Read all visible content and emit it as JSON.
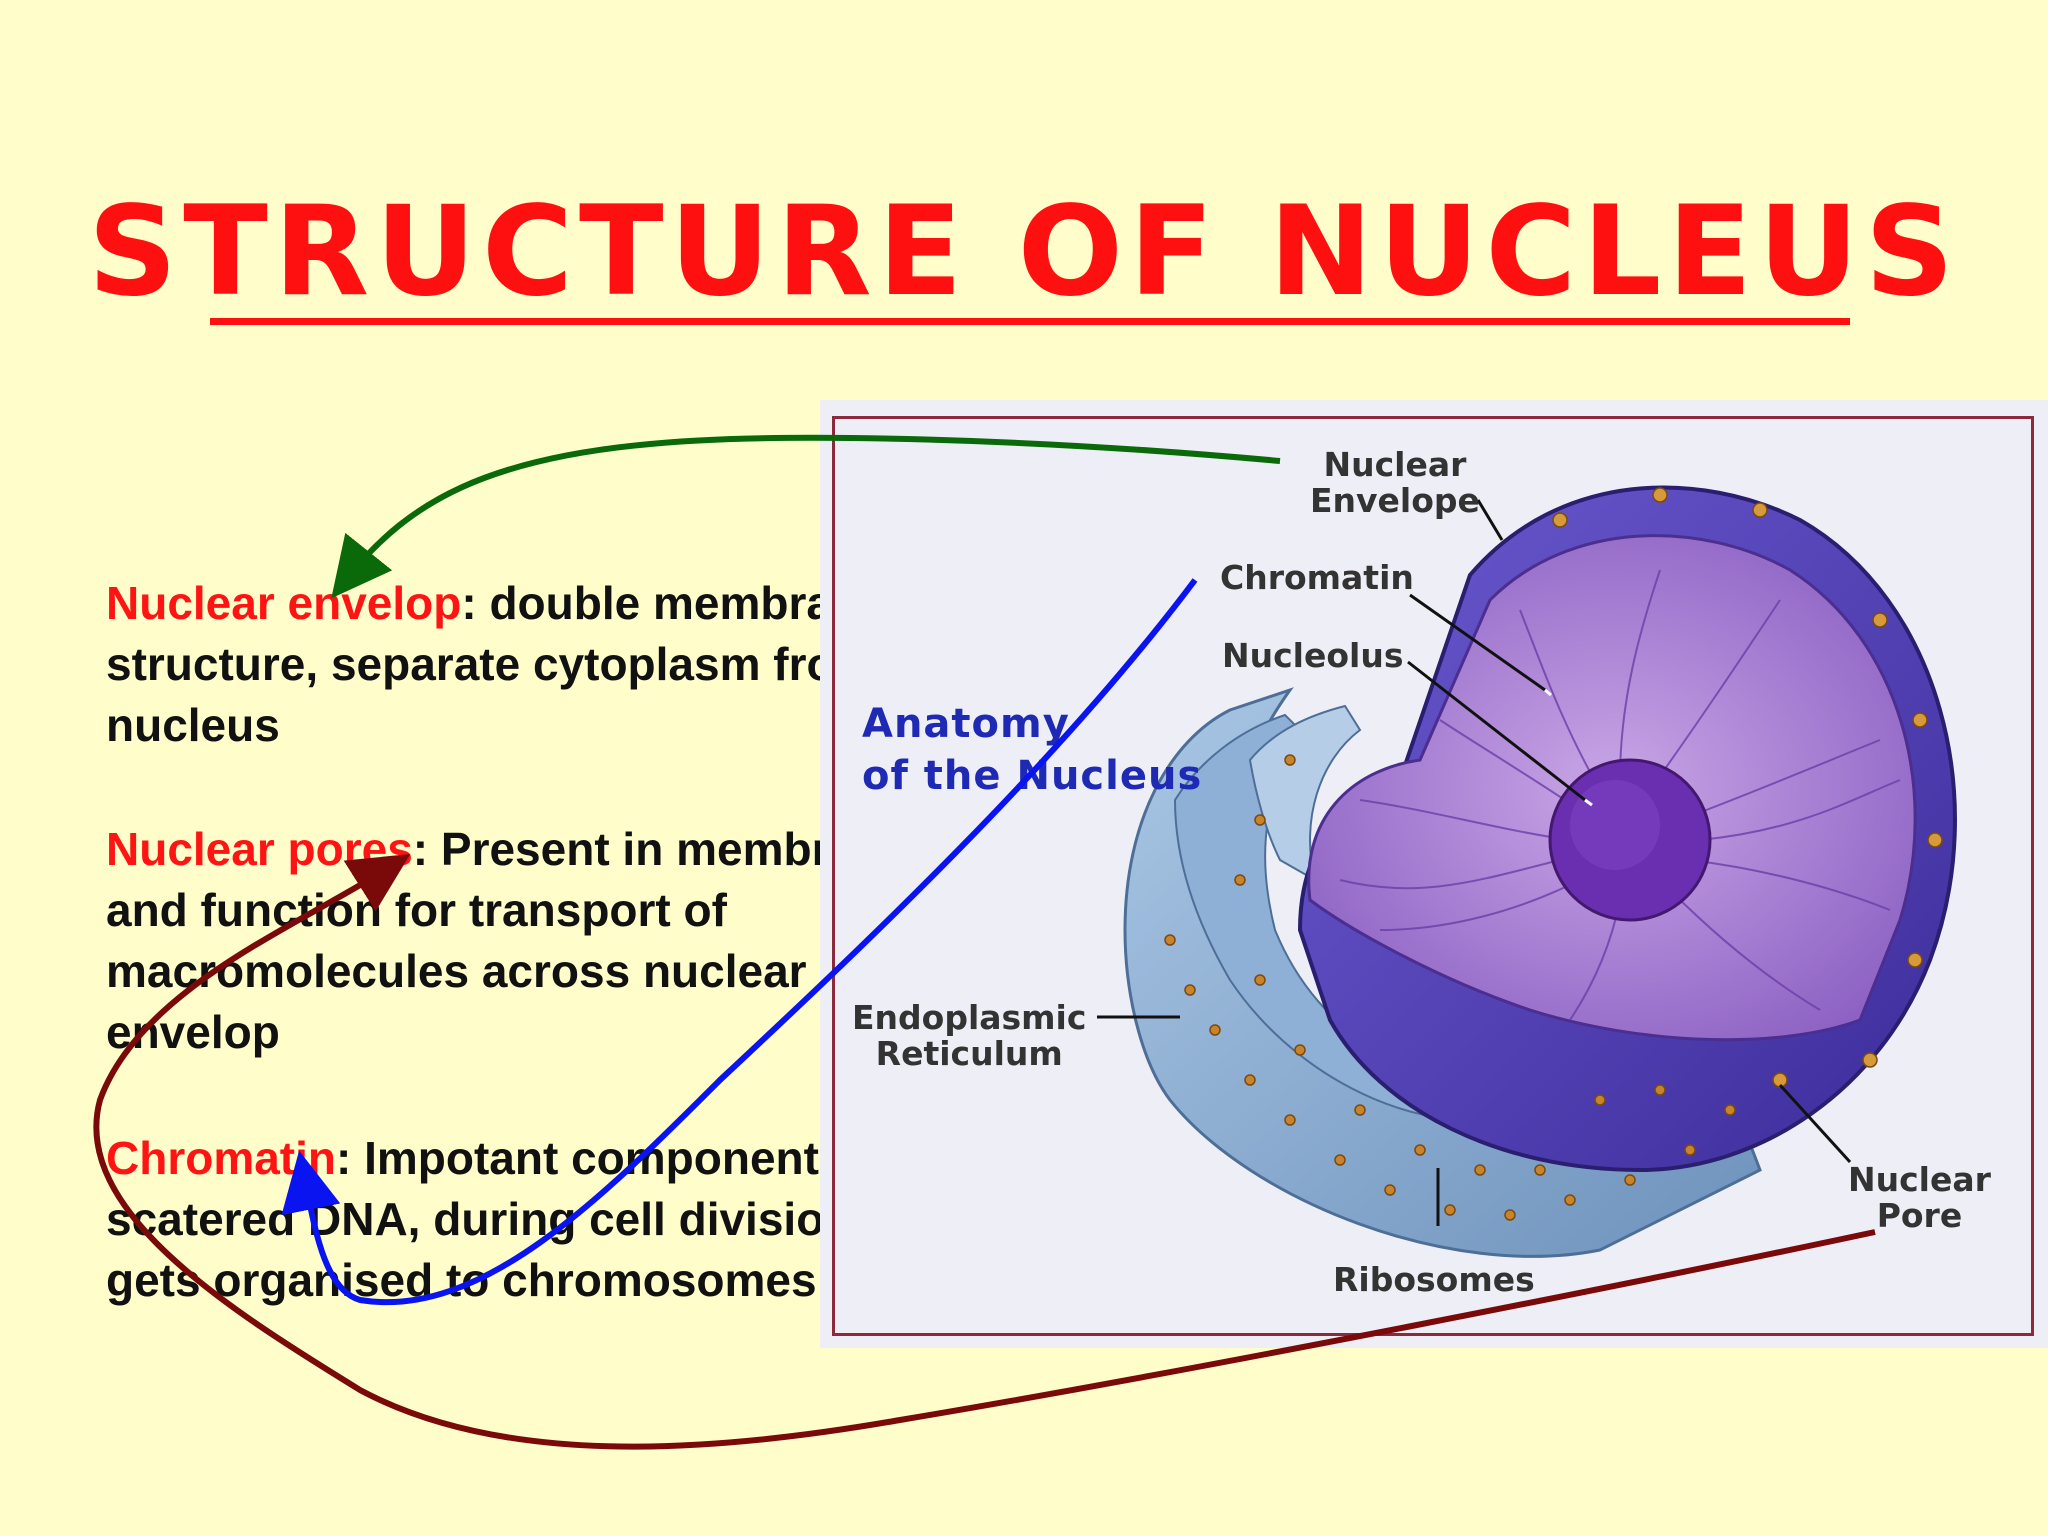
{
  "title": "STRUCTURE OF NUCLEUS",
  "definitions": [
    {
      "term": "Nuclear envelop",
      "text": ": double membrane structure,  separate cytoplasm from nucleus"
    },
    {
      "term": "Nuclear pores",
      "text": ": Present in membrane and function for transport of macromolecules across nuclear envelop"
    },
    {
      "term": "Chromatin",
      "text": ": Impotant component, scatered DNA, during cell division it gets organised to chromosomes"
    }
  ],
  "diagram": {
    "caption_line1": "Anatomy",
    "caption_line2": "of the Nucleus",
    "labels": {
      "nuclear_envelope_1": "Nuclear",
      "nuclear_envelope_2": "Envelope",
      "chromatin": "Chromatin",
      "nucleolus": "Nucleolus",
      "er_1": "Endoplasmic",
      "er_2": "Reticulum",
      "ribosomes": "Ribosomes",
      "nuclear_pore_1": "Nuclear",
      "nuclear_pore_2": "Pore"
    }
  },
  "colors": {
    "background": "#fffecb",
    "title": "#ff1010",
    "term": "#ff1414",
    "arrow_envelope": "#0a6a0a",
    "arrow_chromatin": "#0a14f0",
    "arrow_pores": "#7a0a0a"
  }
}
